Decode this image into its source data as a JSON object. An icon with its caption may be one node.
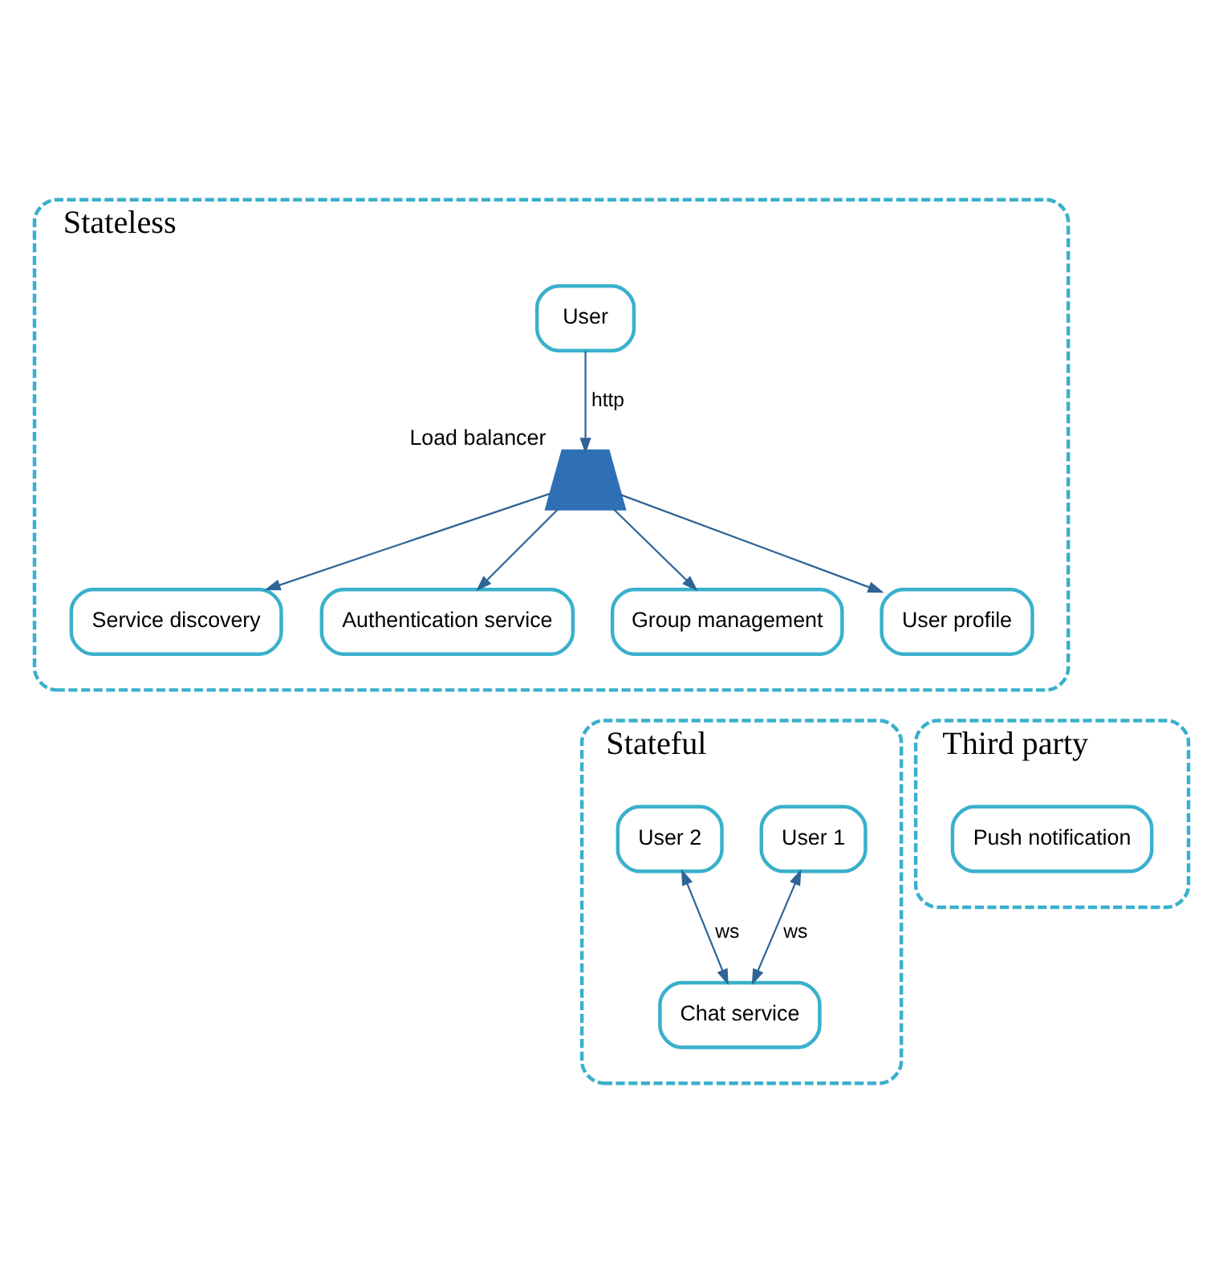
{
  "diagram": {
    "nodes": [
      {
        "text": [
          "Stateless"
        ]
      },
      {
        "text": [
          "User"
        ],
        "in": 0
      },
      {
        "text": [],
        "shape": "trapezoid",
        "beside": [
          "Load balancer"
        ],
        "in": 0
      },
      {
        "text": [
          "Service discovery"
        ],
        "in": 0
      },
      {
        "text": [
          "Authentication service"
        ],
        "in": 0
      },
      {
        "text": [
          "Group management"
        ],
        "in": 0
      },
      {
        "text": [
          "User profile"
        ],
        "in": 0
      },
      {
        "text": [
          "Stateful"
        ]
      },
      {
        "text": [
          "User 1"
        ],
        "in": 7
      },
      {
        "text": [
          "User 2"
        ],
        "in": 7
      },
      {
        "text": [
          "Chat service"
        ],
        "in": 7
      },
      {
        "text": [
          "Third party"
        ]
      },
      {
        "text": [
          "Push notification"
        ],
        "in": 11
      }
    ],
    "edges": [
      {
        "from": 1,
        "to": 2,
        "arrow": "to",
        "label": "http"
      },
      {
        "from": 2,
        "to": 3,
        "arrow": "to"
      },
      {
        "from": 2,
        "to": 4,
        "arrow": "to"
      },
      {
        "from": 2,
        "to": 5,
        "arrow": "to"
      },
      {
        "from": 2,
        "to": 6,
        "arrow": "to"
      },
      {
        "from": 8,
        "to": 10,
        "arrow": "both",
        "label": "ws"
      },
      {
        "from": 9,
        "to": 10,
        "arrow": "both",
        "label": "ws"
      }
    ]
  }
}
